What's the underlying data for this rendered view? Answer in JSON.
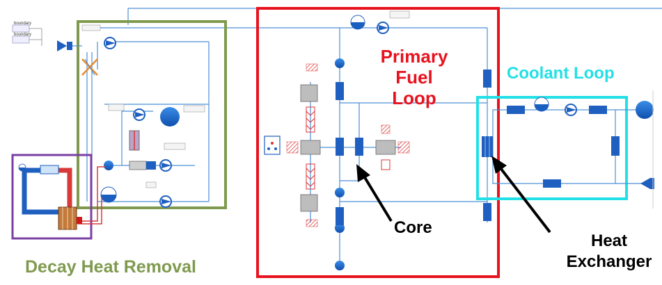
{
  "colors": {
    "primary_loop": "#e8121e",
    "coolant_loop": "#22e0e6",
    "decay_heat": "#7f9a4e",
    "decay_purple": "#7a3fa3",
    "component_blue": "#1f5fbf",
    "pipe_blue": "#4a8fd8",
    "pipe_red": "#d83a3a"
  },
  "labels": {
    "primary_line1": "Primary",
    "primary_line2": "Fuel",
    "primary_line3": "Loop",
    "coolant": "Coolant Loop",
    "decay": "Decay Heat Removal",
    "core": "Core",
    "hx_line1": "Heat",
    "hx_line2": "Exchanger"
  },
  "icons": [
    "pump-icon",
    "volume-sphere-icon",
    "pipe-segment-icon",
    "heat-exchanger-icon",
    "boundary-arrow-icon",
    "reflector-block-icon",
    "expansion-tank-icon"
  ]
}
